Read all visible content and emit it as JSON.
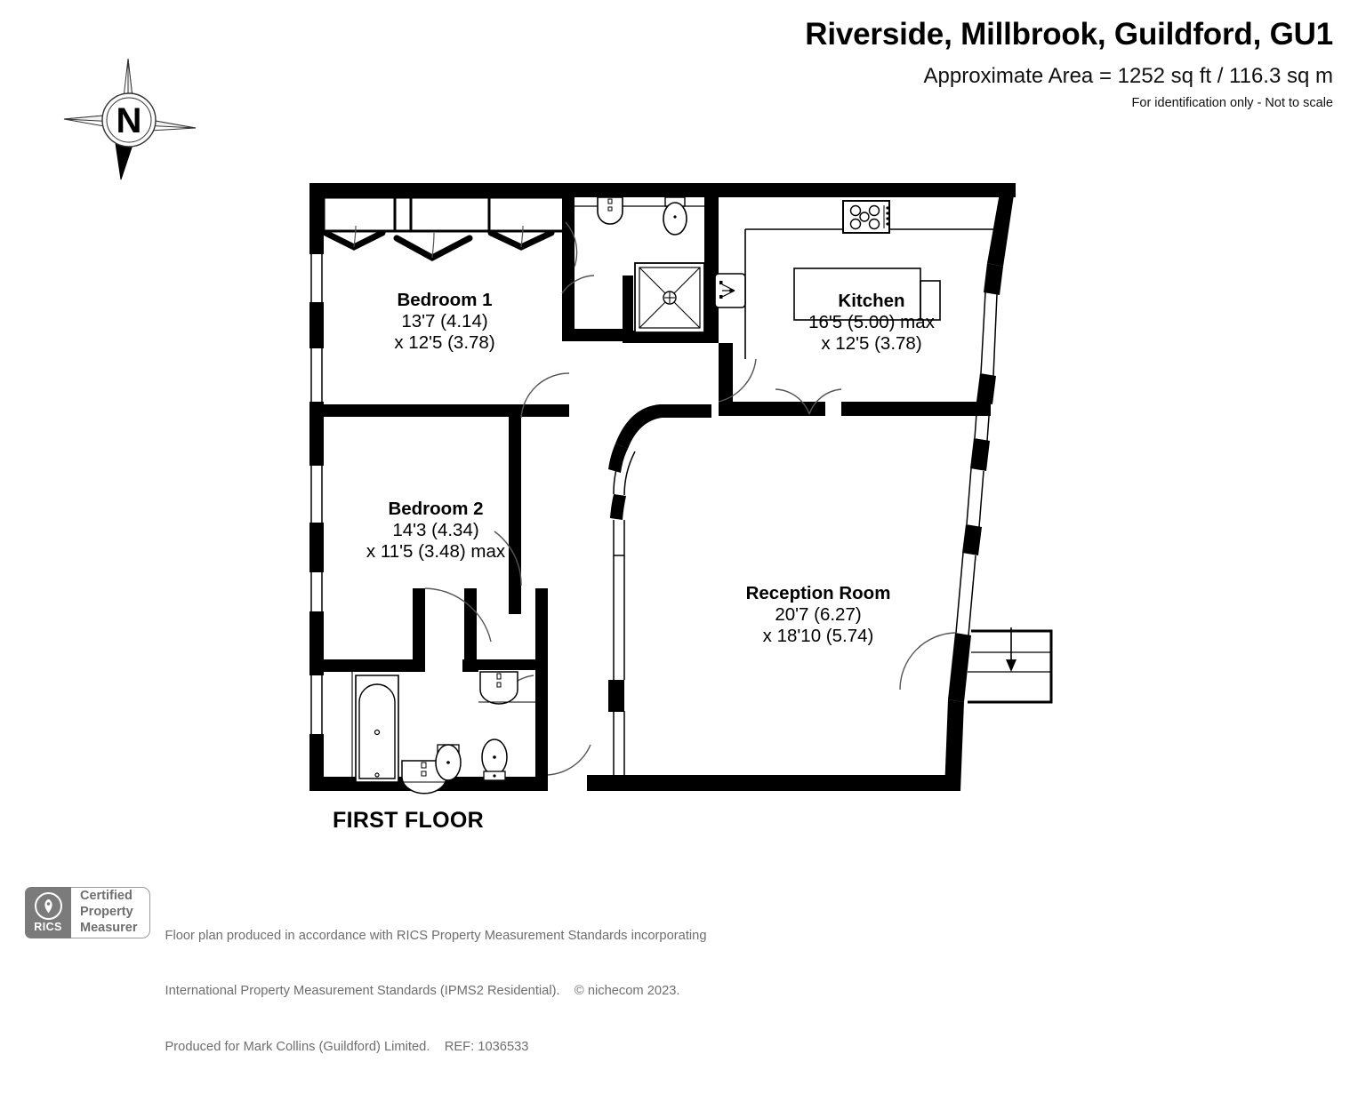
{
  "header": {
    "title": "Riverside, Millbrook, Guildford, GU1",
    "area": "Approximate Area = 1252 sq ft / 116.3 sq m",
    "disclaimer": "For identification only - Not to scale"
  },
  "compass": {
    "north_letter": "N"
  },
  "floor": {
    "label": "FIRST FLOOR"
  },
  "rooms": [
    {
      "key": "bedroom1",
      "name": "Bedroom 1",
      "dim_line1": "13'7 (4.14)",
      "dim_line2": "x 12'5 (3.78)"
    },
    {
      "key": "bedroom2",
      "name": "Bedroom 2",
      "dim_line1": "14'3 (4.34)",
      "dim_line2": "x 11'5 (3.48) max"
    },
    {
      "key": "kitchen",
      "name": "Kitchen",
      "dim_line1": "16'5 (5.00) max",
      "dim_line2": "x 12'5 (3.78)"
    },
    {
      "key": "reception",
      "name": "Reception Room",
      "dim_line1": "20'7 (6.27)",
      "dim_line2": "x 18'10 (5.74)"
    }
  ],
  "fixtures": {
    "icons": [
      "wardrobe-bifold-doors",
      "shower-tray",
      "wash-basin",
      "toilet",
      "bathtub",
      "kitchen-hob",
      "kitchen-sink",
      "stairs-down-arrow"
    ]
  },
  "footer": {
    "rics_wordmark": "RICS",
    "rics_line1": "Certified",
    "rics_line2": "Property",
    "rics_line3": "Measurer",
    "note_line1": "Floor plan produced in accordance with RICS Property Measurement Standards incorporating",
    "note_line2": "International Property Measurement Standards (IPMS2 Residential).    © nichecom 2023.",
    "note_line3": "Produced for Mark Collins (Guildford) Limited.    REF: 1036533"
  },
  "colors": {
    "wall": "#000000",
    "background": "#ffffff",
    "footer_text": "#6e6e6e",
    "rics_grey": "#7b7b7b"
  }
}
